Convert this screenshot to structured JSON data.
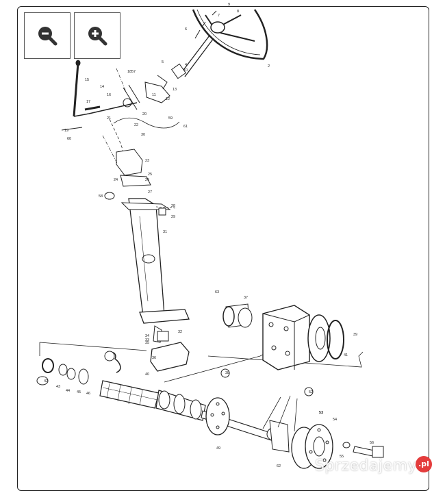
{
  "toolbar": {
    "zoom_out_icon": "zoom-out-icon",
    "zoom_in_icon": "zoom-in-icon"
  },
  "diagram": {
    "part_labels": [
      "2",
      "4",
      "5",
      "6",
      "7",
      "8",
      "9",
      "10",
      "11",
      "12",
      "13",
      "14",
      "15",
      "16",
      "17",
      "18",
      "19",
      "20",
      "21",
      "22",
      "23",
      "24",
      "25",
      "26",
      "27",
      "28",
      "29",
      "30",
      "31",
      "32",
      "33",
      "34",
      "35",
      "36",
      "37",
      "38",
      "39",
      "40",
      "41",
      "42",
      "43",
      "44",
      "45",
      "46",
      "49",
      "51",
      "52",
      "53",
      "54",
      "55",
      "56",
      "57",
      "58",
      "59",
      "60",
      "61",
      "62",
      "63"
    ]
  },
  "watermark": {
    "text": "Sprzedajemy",
    "badge": ".pl"
  },
  "colors": {
    "line": "#222222",
    "badge": "#e43c3c"
  }
}
